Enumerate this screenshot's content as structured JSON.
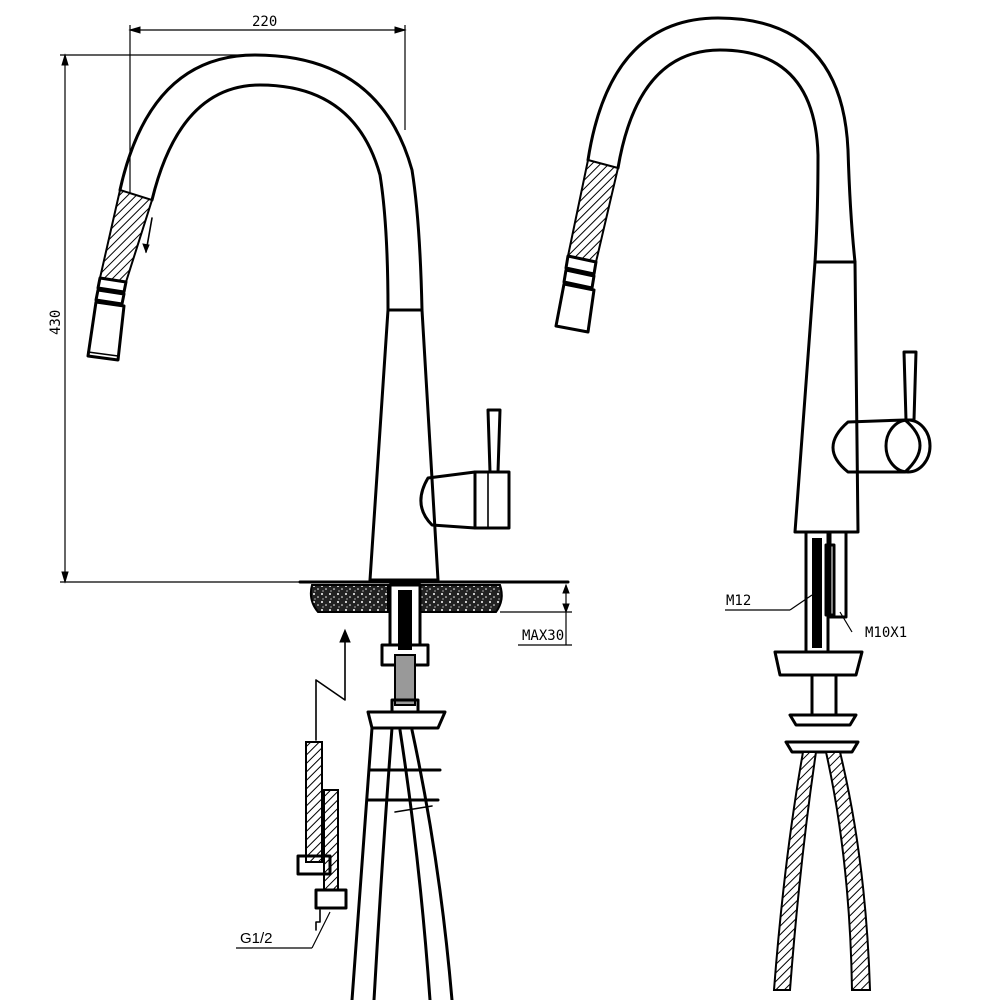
{
  "labels": {
    "width_dim": "220",
    "height_dim": "430",
    "max_thickness": "MAX30",
    "inlet_thread": "G1/2",
    "stud_thread": "M12",
    "hose_thread": "M10X1"
  },
  "colors": {
    "line": "#000000",
    "background": "#ffffff"
  }
}
